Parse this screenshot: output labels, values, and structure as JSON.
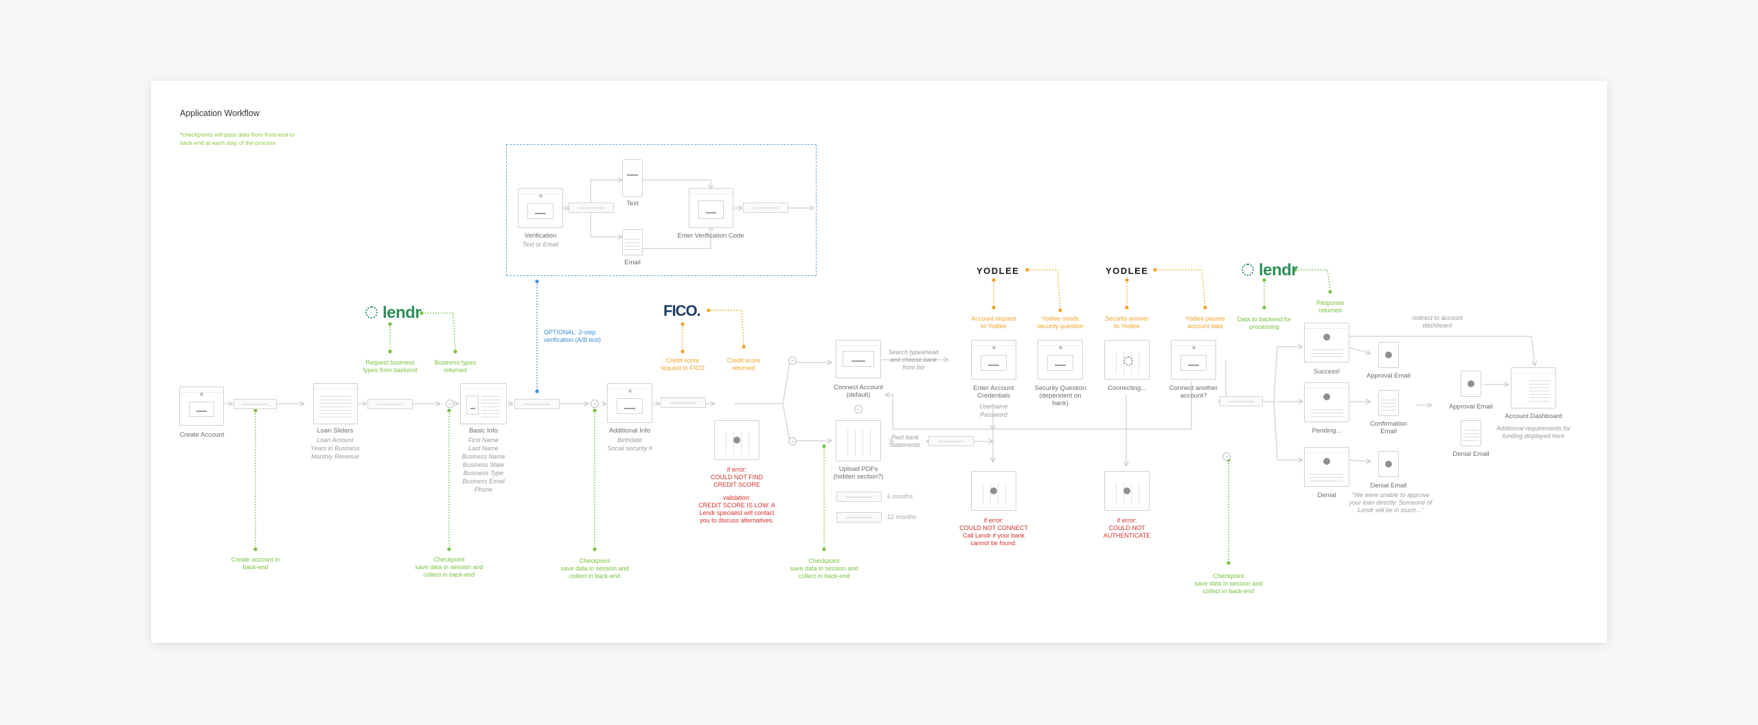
{
  "title": "Application Workflow",
  "note": "*checkpoints will pass data from front-end to back-end at each step of the process",
  "colors": {
    "green": "#7ac142",
    "orange": "#f2a32a",
    "blue": "#3b8fd6",
    "red": "#d0312d",
    "lendr": "#2d8f5a",
    "fico": "#1e3c63"
  },
  "logos": {
    "lendr": "lendr",
    "fico": "FICO.",
    "yodlee": "YODLEE"
  },
  "screens": {
    "create_account": "Create Account",
    "loan_sliders": {
      "label": "Loan Sliders",
      "sub": [
        "Loan Amount",
        "Years in Business",
        "Monthly Revenue"
      ]
    },
    "basic_info": {
      "label": "Basic Info",
      "sub": [
        "First Name",
        "Last Name",
        "Business Name",
        "Business State",
        "Business Type",
        "Business Email",
        "Phone"
      ]
    },
    "additional_info": {
      "label": "Additional Info",
      "sub": [
        "Birthdate",
        "Social security #"
      ]
    },
    "verification": {
      "label": "Verification",
      "sub": "Text or Email"
    },
    "text": "Text",
    "email": "Email",
    "enter_code": "Enter Verification Code",
    "connect_account": [
      "Connect Account",
      "(default)"
    ],
    "upload_pdfs": [
      "Upload PDFs",
      "(hidden section?)"
    ],
    "enter_credentials": {
      "label": [
        "Enter Account",
        "Credentials"
      ],
      "sub": [
        "Username",
        "Password"
      ]
    },
    "security_question": [
      "Security Question",
      "(dependent on",
      "bank)"
    ],
    "connecting": "Connecting...",
    "connect_another": [
      "Connect another",
      "account?"
    ],
    "success": "Success!",
    "pending": "Pending...",
    "denial": "Denial",
    "approval_email": "Approval Email",
    "confirmation_email": [
      "Confirmation",
      "Email"
    ],
    "denial_email": "Denial Email",
    "approval_email_2": "Approval Email",
    "denial_email_2": "Denial Email",
    "account_dashboard": "Account Dashboard"
  },
  "annotations": {
    "create_account_backend": [
      "Create account in",
      "back-end"
    ],
    "request_business_types": [
      "Request business",
      "types from backend"
    ],
    "business_types_returned": [
      "Business types",
      "returned"
    ],
    "checkpoint_1": [
      "Checkpoint",
      "save data in session and",
      "collect in back-end"
    ],
    "checkpoint_2": [
      "Checkpoint",
      "save data in session and",
      "collect in back-end"
    ],
    "checkpoint_3": [
      "Checkpoint",
      "save data in session and",
      "collect in back-end"
    ],
    "checkpoint_4": [
      "Checkpoint",
      "save data in session and",
      "collect in back-end"
    ],
    "optional_2step": [
      "OPTIONAL: 2-step",
      "verification (A/B test)"
    ],
    "credit_score_request": [
      "Credit score",
      "request to FICO"
    ],
    "credit_score_returned": [
      "Credit score",
      "returned"
    ],
    "fico_error": [
      "if error:",
      "COULD NOT FIND",
      "CREDIT SCORE"
    ],
    "fico_validation": [
      "validation:",
      "CREDIT SCORE IS LOW. A",
      "Lendr specialist will contact",
      "you to discuss alternatives."
    ],
    "search_typeahead": [
      "Search typeahead",
      "and choose bank",
      "from list"
    ],
    "past_bank_statements": [
      "Past bank",
      "statements"
    ],
    "six_months": "6 months",
    "twelve_months": "12 months",
    "account_request_yodlee": [
      "Account request",
      "to Yodlee"
    ],
    "yodlee_sends_question": [
      "Yodlee sends",
      "security question"
    ],
    "security_answer_yodlee": [
      "Security answer",
      "to Yodlee"
    ],
    "yodlee_passes_data": [
      "Yodlee passes",
      "account data"
    ],
    "connect_error": [
      "if error:",
      "COULD NOT CONNECT",
      "Call Lendr if your bank",
      "cannot be found."
    ],
    "auth_error": [
      "if error:",
      "COULD NOT",
      "AUTHENTICATE"
    ],
    "data_to_backend": [
      "Data to backend for",
      "processing"
    ],
    "response_returned": [
      "Response",
      "returned"
    ],
    "redirect_dashboard": [
      "redirect to account",
      "dashboard"
    ],
    "additional_requirements": [
      "Additional requirements for",
      "funding displayed here"
    ],
    "denial_quote": [
      "\"We were unable to approve",
      "your loan directly. Someone of",
      "Lendr will be in touch...\""
    ]
  }
}
